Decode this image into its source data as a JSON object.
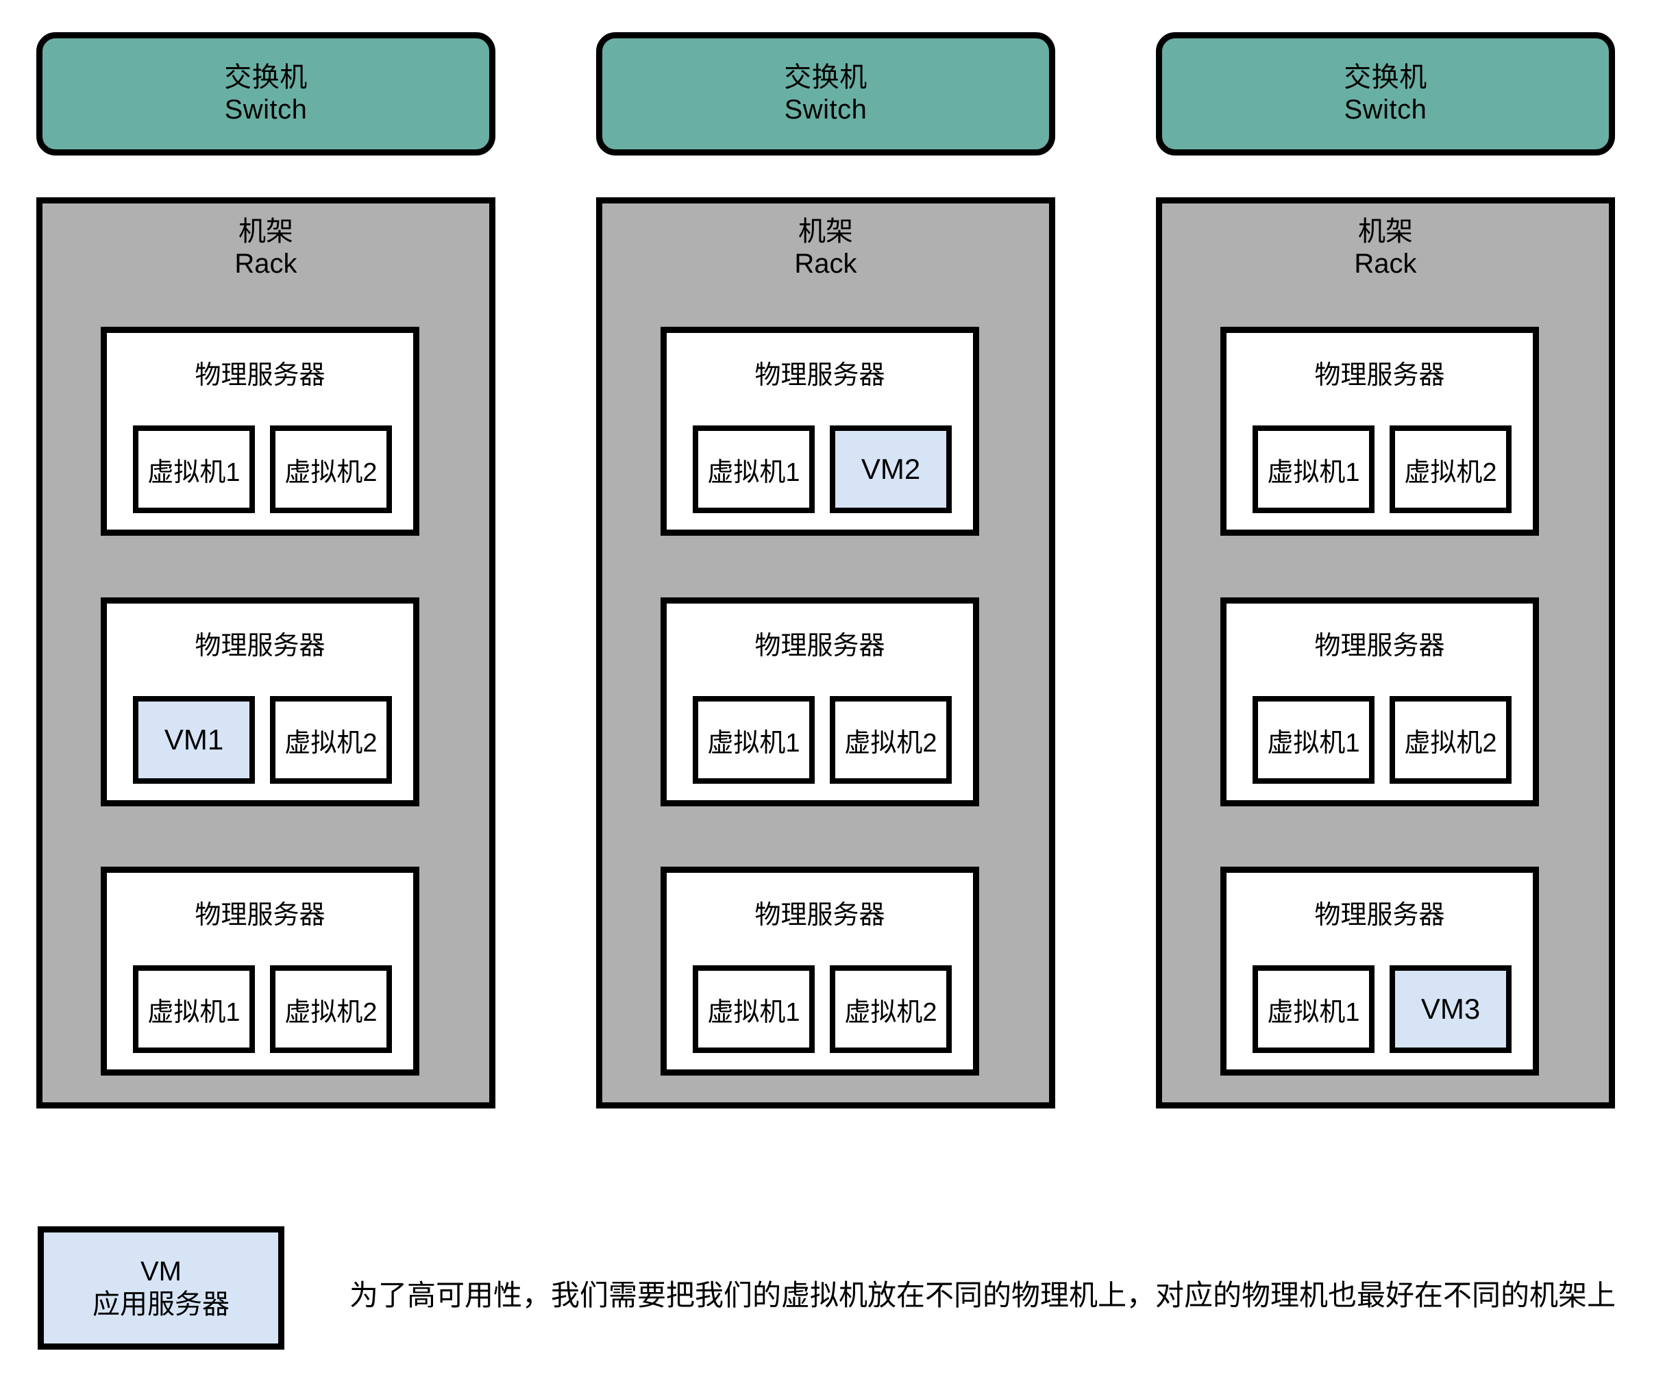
{
  "diagram": {
    "title_cn": "机架/虚拟机高可用部署图",
    "colors": {
      "switch_fill": "#6aafa3",
      "rack_fill": "#b0b0b0",
      "server_fill": "#ffffff",
      "vm_highlight_fill": "#d6e4f6",
      "stroke": "#000000",
      "page_background": "#ffffff"
    },
    "columns": [
      {
        "switch": {
          "line1": "交换机",
          "line2": "Switch"
        },
        "rack": {
          "line1": "机架",
          "line2": "Rack"
        },
        "servers": [
          {
            "label": "物理服务器",
            "vms": [
              {
                "label": "虚拟机1",
                "highlight": false
              },
              {
                "label": "虚拟机2",
                "highlight": false
              }
            ]
          },
          {
            "label": "物理服务器",
            "vms": [
              {
                "label": "VM1",
                "highlight": true
              },
              {
                "label": "虚拟机2",
                "highlight": false
              }
            ]
          },
          {
            "label": "物理服务器",
            "vms": [
              {
                "label": "虚拟机1",
                "highlight": false
              },
              {
                "label": "虚拟机2",
                "highlight": false
              }
            ]
          }
        ]
      },
      {
        "switch": {
          "line1": "交换机",
          "line2": "Switch"
        },
        "rack": {
          "line1": "机架",
          "line2": "Rack"
        },
        "servers": [
          {
            "label": "物理服务器",
            "vms": [
              {
                "label": "虚拟机1",
                "highlight": false
              },
              {
                "label": "VM2",
                "highlight": true
              }
            ]
          },
          {
            "label": "物理服务器",
            "vms": [
              {
                "label": "虚拟机1",
                "highlight": false
              },
              {
                "label": "虚拟机2",
                "highlight": false
              }
            ]
          },
          {
            "label": "物理服务器",
            "vms": [
              {
                "label": "虚拟机1",
                "highlight": false
              },
              {
                "label": "虚拟机2",
                "highlight": false
              }
            ]
          }
        ]
      },
      {
        "switch": {
          "line1": "交换机",
          "line2": "Switch"
        },
        "rack": {
          "line1": "机架",
          "line2": "Rack"
        },
        "servers": [
          {
            "label": "物理服务器",
            "vms": [
              {
                "label": "虚拟机1",
                "highlight": false
              },
              {
                "label": "虚拟机2",
                "highlight": false
              }
            ]
          },
          {
            "label": "物理服务器",
            "vms": [
              {
                "label": "虚拟机1",
                "highlight": false
              },
              {
                "label": "虚拟机2",
                "highlight": false
              }
            ]
          },
          {
            "label": "物理服务器",
            "vms": [
              {
                "label": "虚拟机1",
                "highlight": false
              },
              {
                "label": "VM3",
                "highlight": true
              }
            ]
          }
        ]
      }
    ],
    "legend": {
      "line1": "VM",
      "line2": "应用服务器"
    },
    "caption": "为了高可用性，我们需要把我们的虚拟机放在不同的物理机上，对应的物理机也最好在不同的机架上"
  }
}
